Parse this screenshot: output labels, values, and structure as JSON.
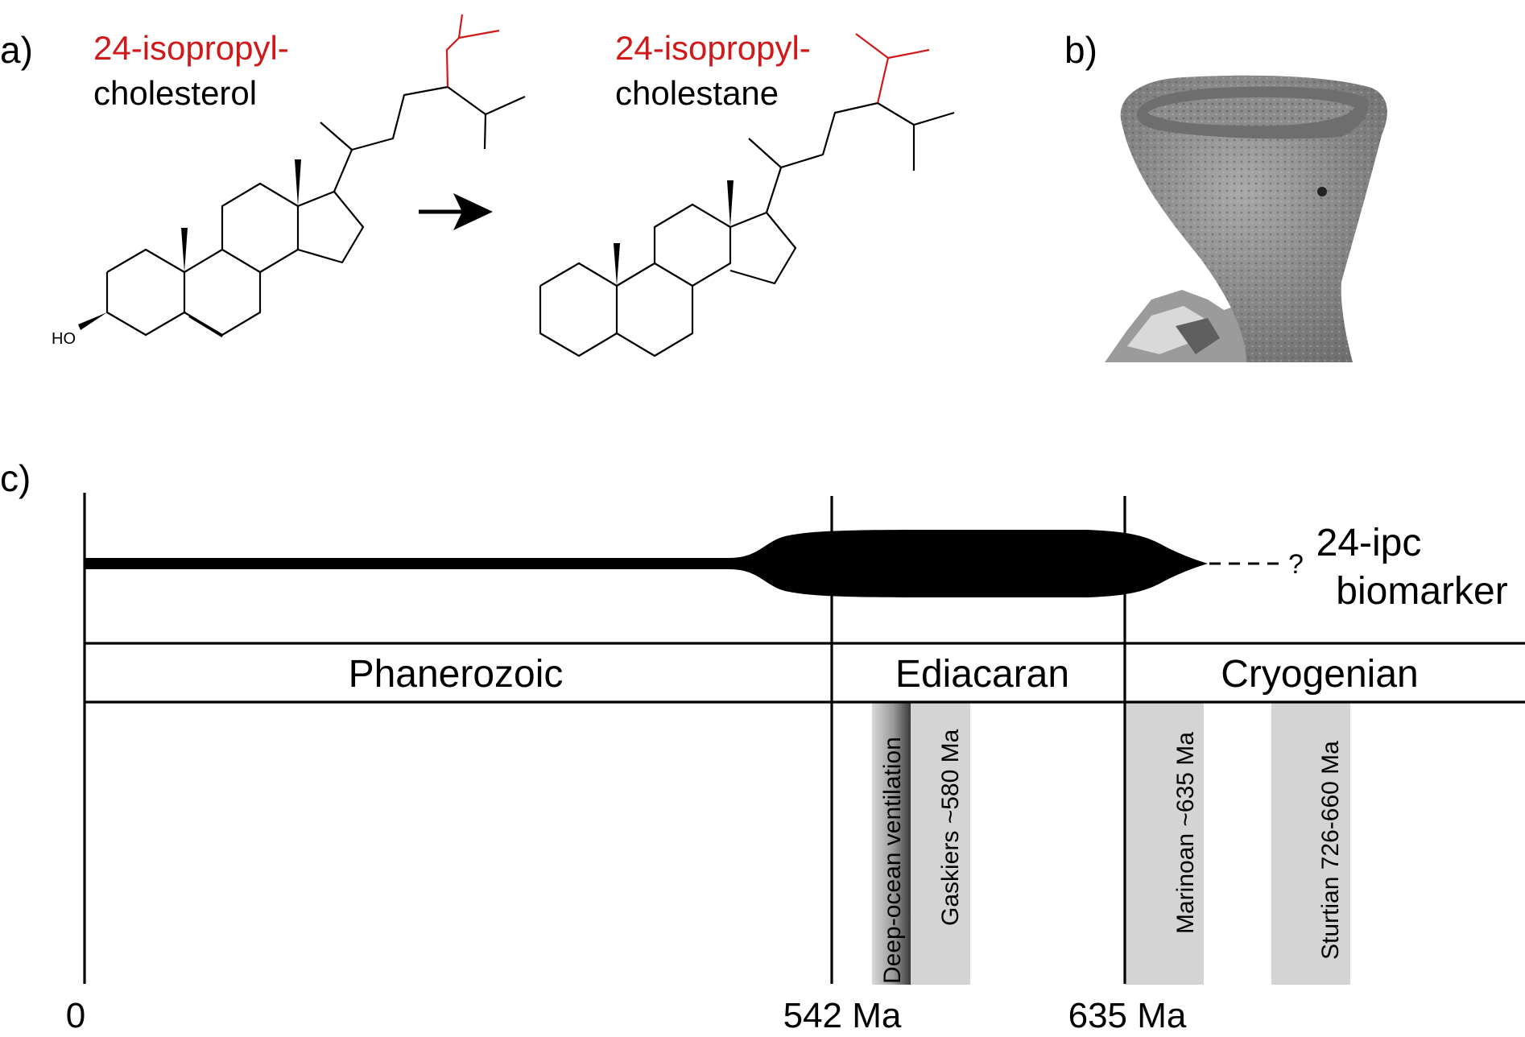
{
  "panels": {
    "a": "a)",
    "b": "b)",
    "c": "c)"
  },
  "reactant": {
    "line1": "24-isopropyl-",
    "line2": "cholesterol",
    "ho": "HO"
  },
  "product": {
    "line1": "24-isopropyl-",
    "line2": "cholestane"
  },
  "sponge_photo": {
    "subject": "sponge"
  },
  "timeline": {
    "biomarker_label_1": "24-ipc",
    "biomarker_label_2": "biomarker",
    "question": "?",
    "eras": {
      "phanerozoic": "Phanerozoic",
      "ediacaran": "Ediacaran",
      "cryogenian": "Cryogenian"
    },
    "ticks": {
      "t0": "0",
      "t542": "542 Ma",
      "t635": "635 Ma"
    },
    "events": {
      "deep_ocean": "Deep-ocean ventilation",
      "gaskiers": "Gaskiers ~580 Ma",
      "marinoan": "Marinoan ~635 Ma",
      "sturtian": "Sturtian 726-660 Ma"
    }
  },
  "colors": {
    "highlight": "#d0191b",
    "glaciation_band": "#d4d4d4",
    "sponge": "#8f8f8f"
  }
}
